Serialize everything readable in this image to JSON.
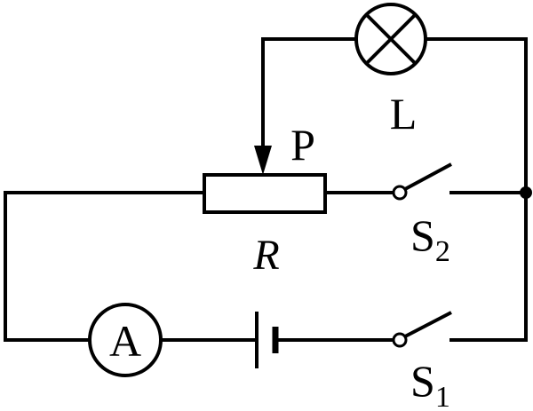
{
  "diagram": {
    "components": {
      "lamp": {
        "label": "L"
      },
      "slider": {
        "label": "P"
      },
      "rheostat": {
        "label": "R"
      },
      "switch_2": {
        "label": "S",
        "subscript": "2"
      },
      "switch_1": {
        "label": "S",
        "subscript": "1"
      },
      "ammeter": {
        "label": "A"
      }
    }
  }
}
